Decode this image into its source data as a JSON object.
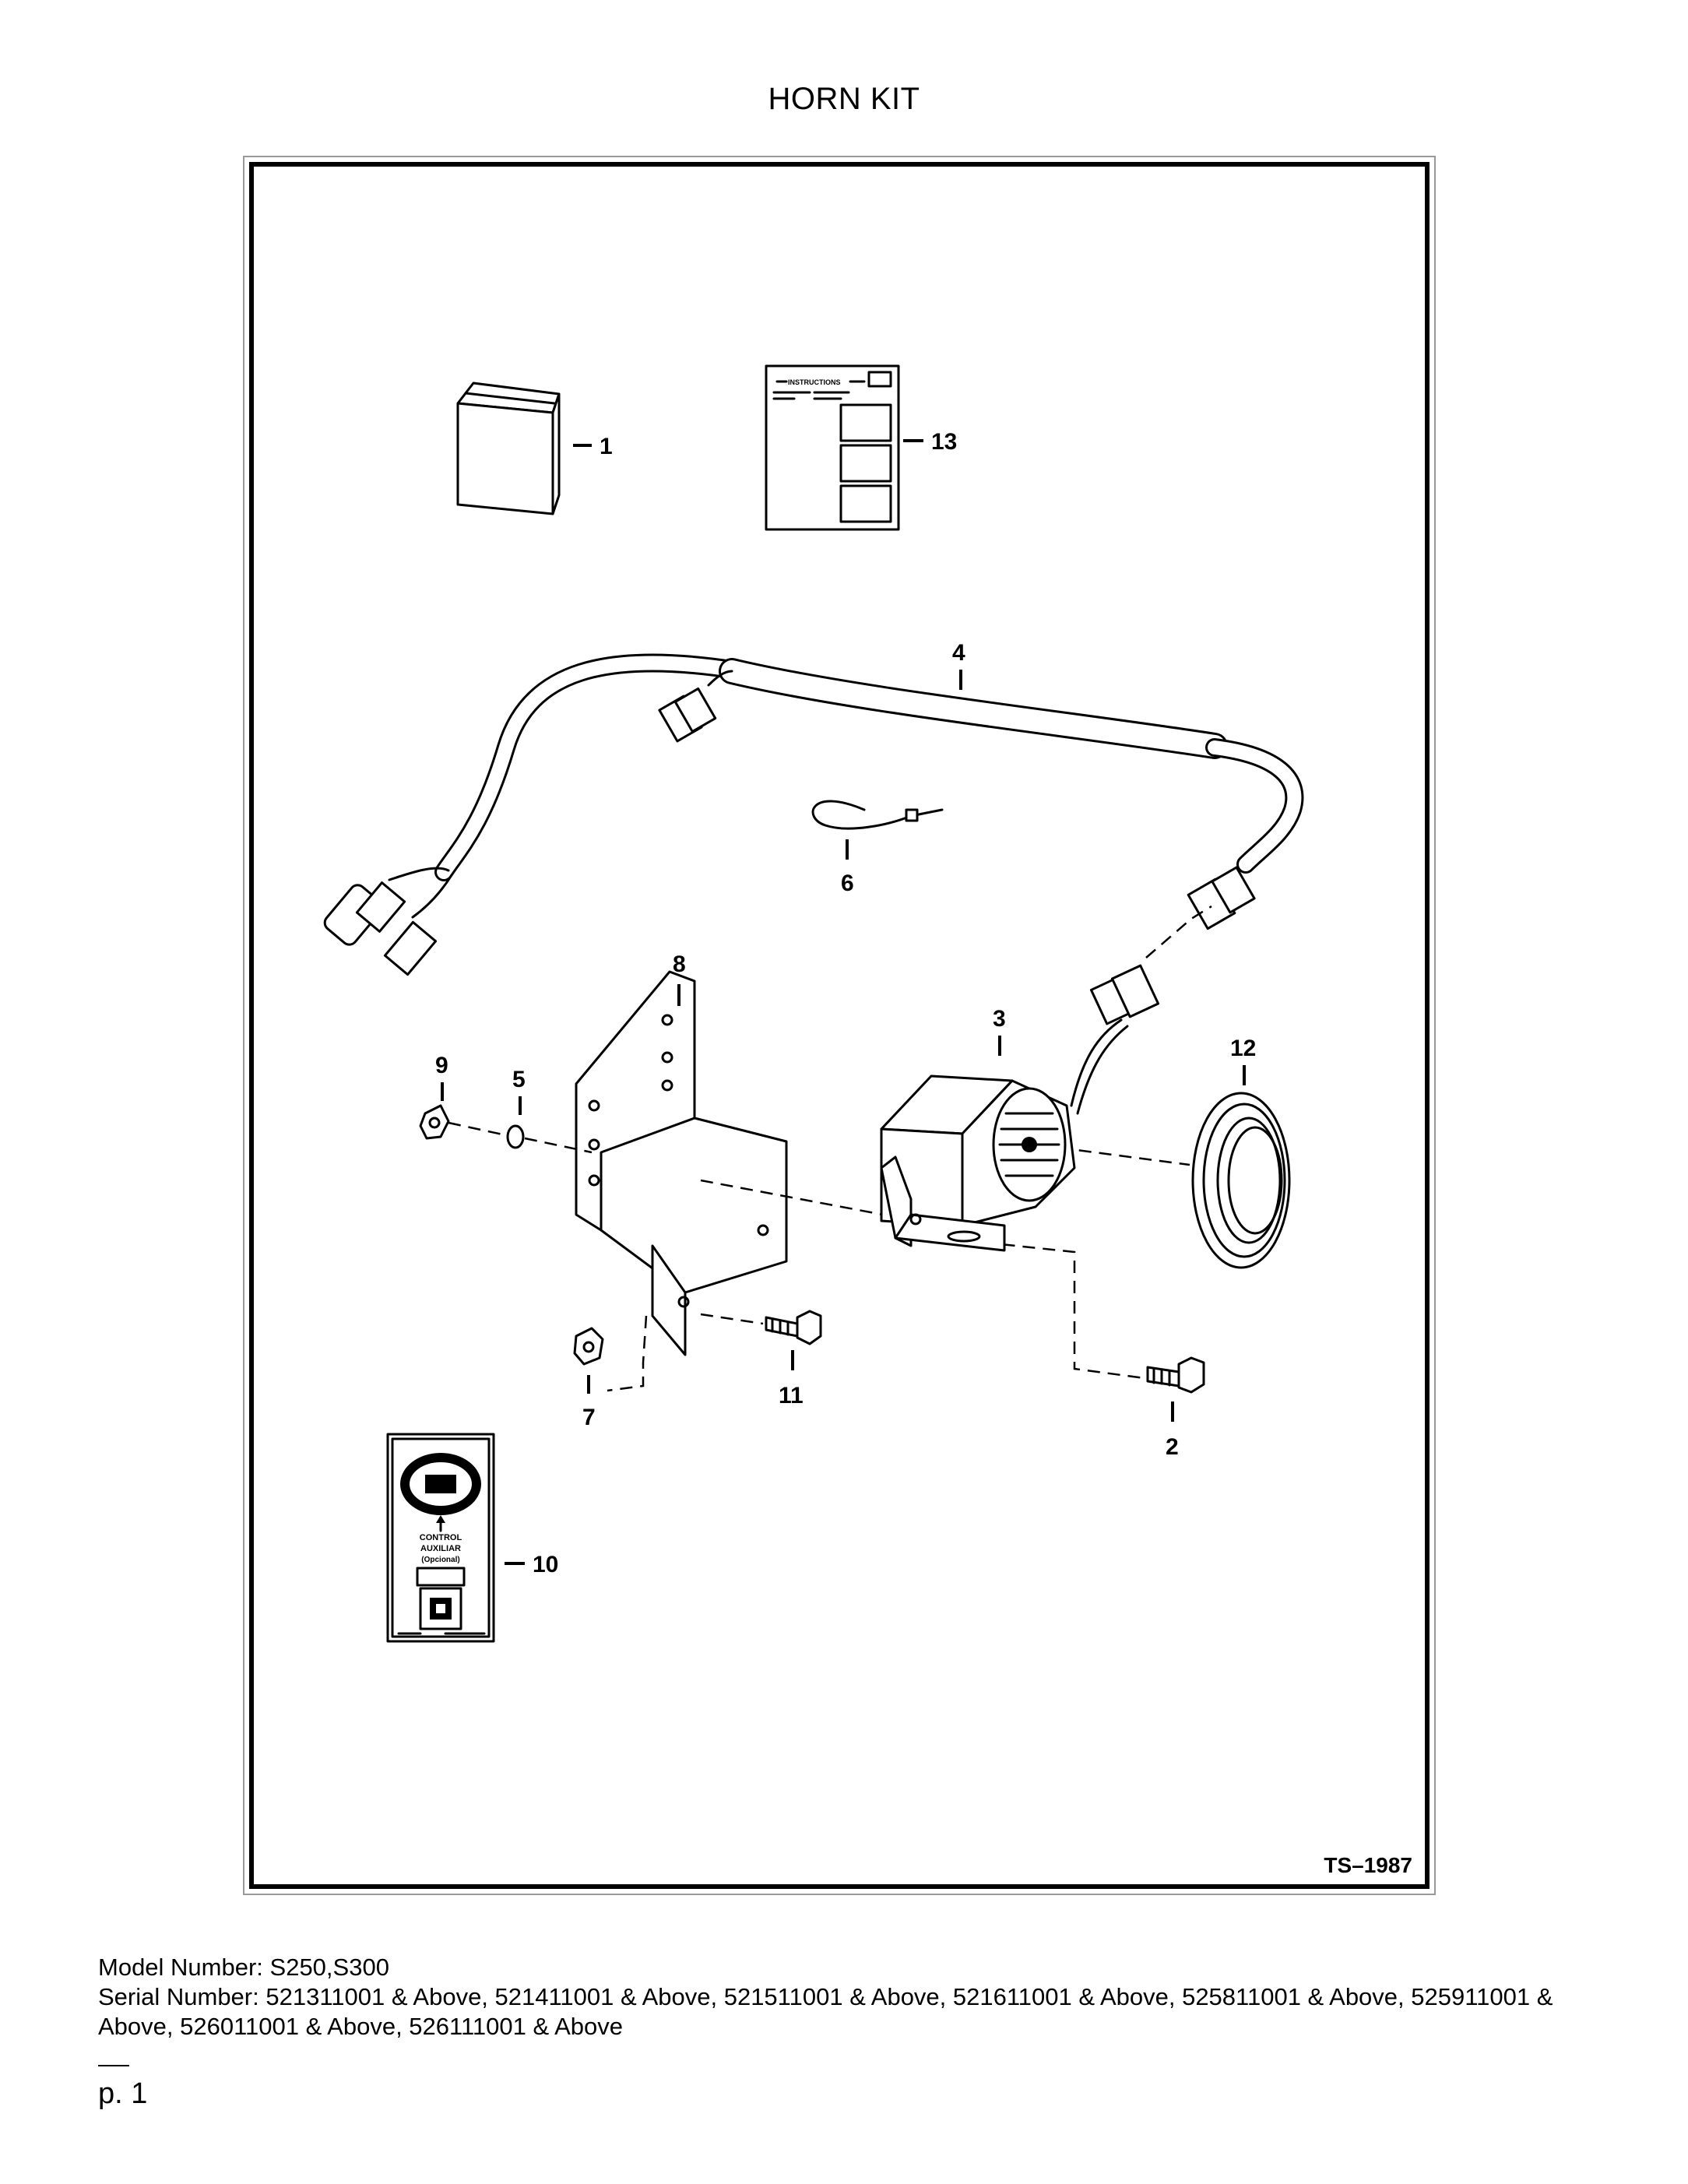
{
  "title": "HORN KIT",
  "figure": {
    "id": "TS–1987",
    "callouts": [
      "1",
      "2",
      "3",
      "4",
      "5",
      "6",
      "7",
      "8",
      "9",
      "10",
      "11",
      "12",
      "13"
    ],
    "instructions_label": "INSTRUCTIONS",
    "decal_text": [
      "CONTROL",
      "AUXILIAR",
      "(Opcional)"
    ]
  },
  "footer": {
    "model": "Model Number: S250,S300",
    "serial": "Serial Number: 521311001 & Above, 521411001 & Above, 521511001 & Above, 521611001 & Above, 525811001 & Above, 525911001 & Above, 526011001 & Above, 526111001 & Above",
    "page": "p. 1"
  }
}
